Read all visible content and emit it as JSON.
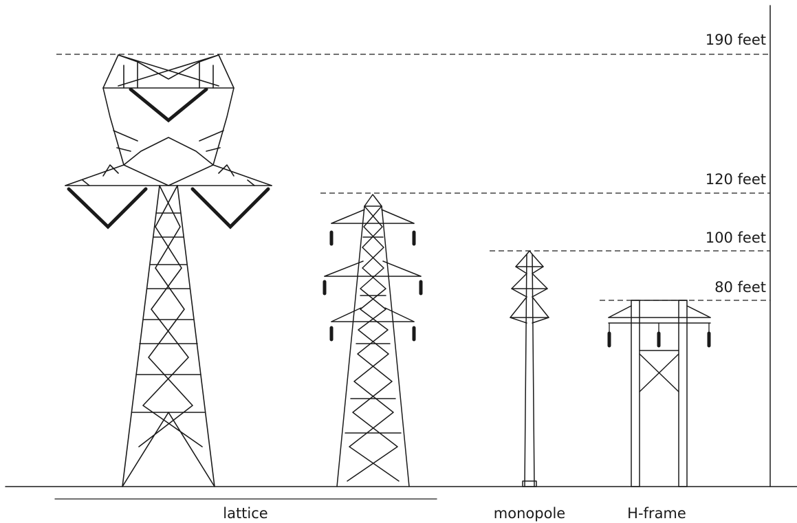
{
  "heights": [
    {
      "label": "190 feet",
      "feet": 190
    },
    {
      "label": "120 feet",
      "feet": 120
    },
    {
      "label": "100 feet",
      "feet": 100
    },
    {
      "label": "80 feet",
      "feet": 80
    }
  ],
  "tower_types": [
    {
      "label": "lattice"
    },
    {
      "label": "monopole"
    },
    {
      "label": "H-frame"
    }
  ],
  "colors": {
    "line": "#1a1a1a",
    "background": "#ffffff"
  }
}
